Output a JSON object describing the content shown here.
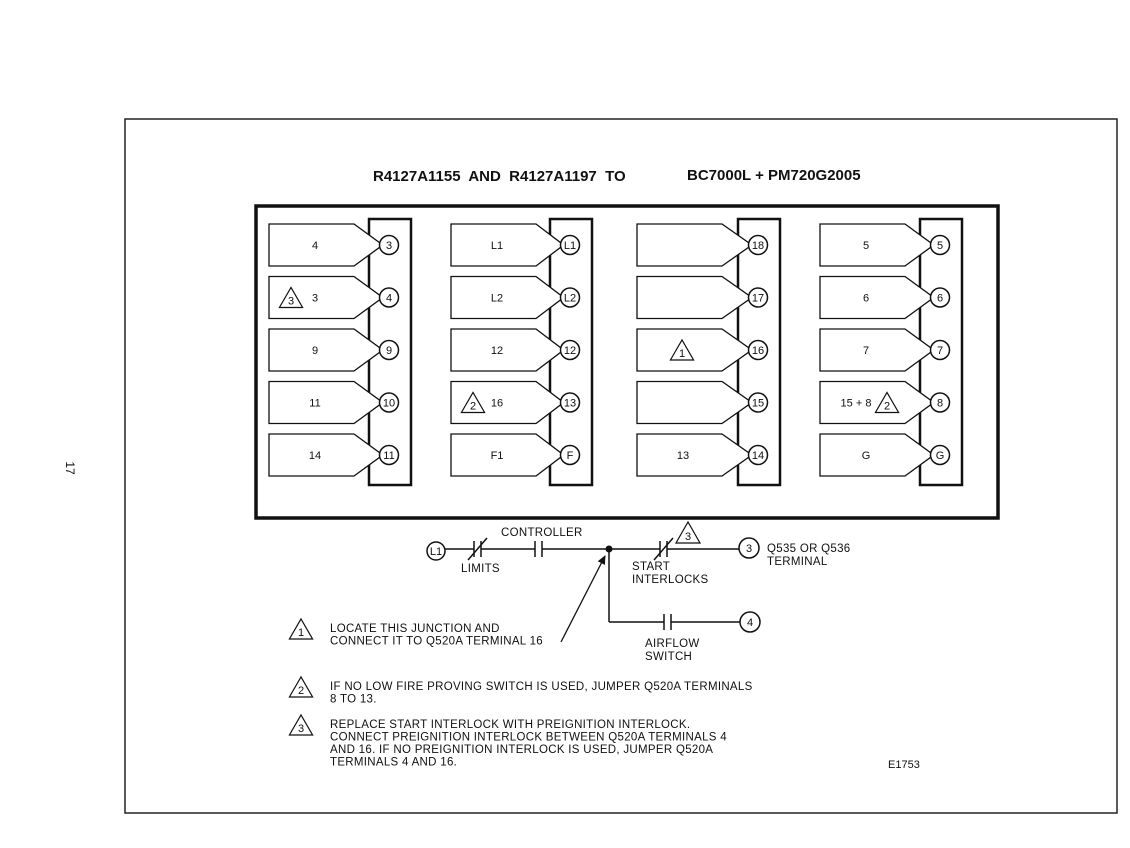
{
  "page_number": "17",
  "title_left": "R4127A1155  AND  R4127A1197  TO",
  "title_right": "BC7000L + PM720G2005",
  "columns": [
    {
      "rows": [
        {
          "tag": "4",
          "tag_triangle": "",
          "terminal": "3"
        },
        {
          "tag": "3",
          "tag_triangle": "3",
          "terminal": "4"
        },
        {
          "tag": "9",
          "tag_triangle": "",
          "terminal": "9"
        },
        {
          "tag": "11",
          "tag_triangle": "",
          "terminal": "10"
        },
        {
          "tag": "14",
          "tag_triangle": "",
          "terminal": "11"
        }
      ]
    },
    {
      "rows": [
        {
          "tag": "L1",
          "tag_triangle": "",
          "terminal": "L1"
        },
        {
          "tag": "L2",
          "tag_triangle": "",
          "terminal": "L2"
        },
        {
          "tag": "12",
          "tag_triangle": "",
          "terminal": "12"
        },
        {
          "tag": "16",
          "tag_triangle": "2",
          "terminal": "13"
        },
        {
          "tag": "F1",
          "tag_triangle": "",
          "terminal": "F"
        }
      ]
    },
    {
      "rows": [
        {
          "tag": "",
          "tag_triangle": "",
          "terminal": "18"
        },
        {
          "tag": "",
          "tag_triangle": "",
          "terminal": "17"
        },
        {
          "tag": "",
          "tag_triangle": "1",
          "terminal": "16"
        },
        {
          "tag": "",
          "tag_triangle": "",
          "terminal": "15"
        },
        {
          "tag": "13",
          "tag_triangle": "",
          "terminal": "14"
        }
      ]
    },
    {
      "rows": [
        {
          "tag": "5",
          "tag_triangle": "",
          "terminal": "5"
        },
        {
          "tag": "6",
          "tag_triangle": "",
          "terminal": "6"
        },
        {
          "tag": "7",
          "tag_triangle": "",
          "terminal": "7"
        },
        {
          "tag": "15 + 8",
          "tag_triangle": "2",
          "terminal": "8"
        },
        {
          "tag": "G",
          "tag_triangle": "",
          "terminal": "G"
        }
      ]
    }
  ],
  "schematic": {
    "start_terminal": "L1",
    "limits_label": "LIMITS",
    "controller_label": "CONTROLLER",
    "start_label_1": "START",
    "start_label_2": "INTERLOCKS",
    "start_triangle": "3",
    "end_terminal_1": "3",
    "end_label_1": "Q535 OR Q536",
    "end_label_2": "TERMINAL",
    "airflow_label_1": "AIRFLOW",
    "airflow_label_2": "SWITCH",
    "end_terminal_2": "4"
  },
  "notes": [
    {
      "mark": "1",
      "lines": [
        "LOCATE THIS JUNCTION AND",
        "CONNECT IT TO Q520A TERMINAL 16"
      ]
    },
    {
      "mark": "2",
      "lines": [
        "IF NO LOW FIRE PROVING SWITCH IS USED, JUMPER Q520A TERMINALS",
        "8 TO 13."
      ]
    },
    {
      "mark": "3",
      "lines": [
        "REPLACE START INTERLOCK WITH PREIGNITION INTERLOCK.",
        "CONNECT PREIGNITION INTERLOCK BETWEEN Q520A TERMINALS 4",
        "AND 16.  IF NO PREIGNITION INTERLOCK IS USED, JUMPER Q520A",
        "TERMINALS 4 AND 16."
      ]
    }
  ],
  "figure_code": "E1753"
}
